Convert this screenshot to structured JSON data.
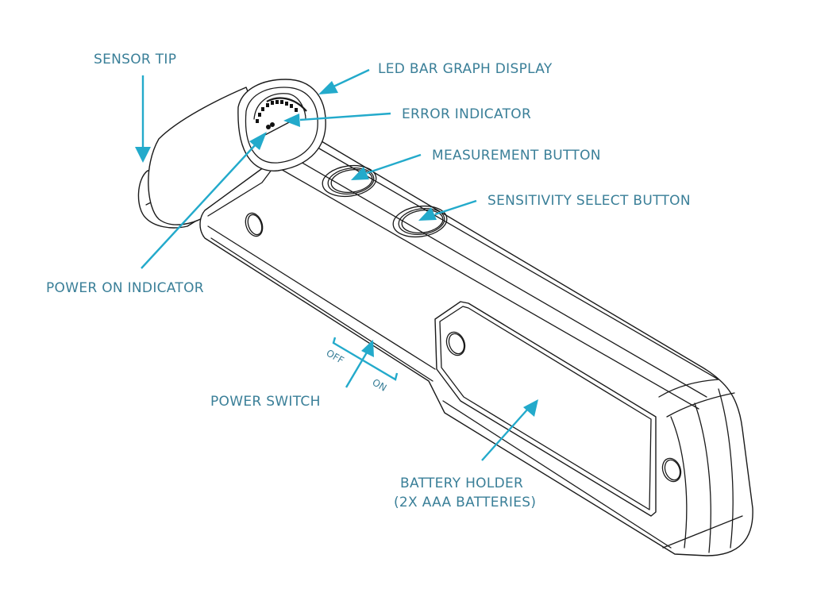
{
  "diagram": {
    "subject": "Handheld sensor device with LED bar graph display",
    "colors": {
      "label_text": "#3a7f98",
      "arrow": "#23aacb",
      "outline": "#1a1a1a",
      "background": "#ffffff"
    },
    "labels": {
      "sensor_tip": "SENSOR TIP",
      "led_bar_graph_display": "LED BAR GRAPH DISPLAY",
      "error_indicator": "ERROR INDICATOR",
      "measurement_button": "MEASUREMENT BUTTON",
      "sensitivity_select_button": "SENSITIVITY SELECT BUTTON",
      "power_on_indicator": "POWER ON INDICATOR",
      "power_switch": "POWER SWITCH",
      "battery_holder_line1": "BATTERY HOLDER",
      "battery_holder_line2": "(2X AAA BATTERIES)"
    },
    "switch_positions": {
      "off": "OFF",
      "on": "ON"
    }
  }
}
